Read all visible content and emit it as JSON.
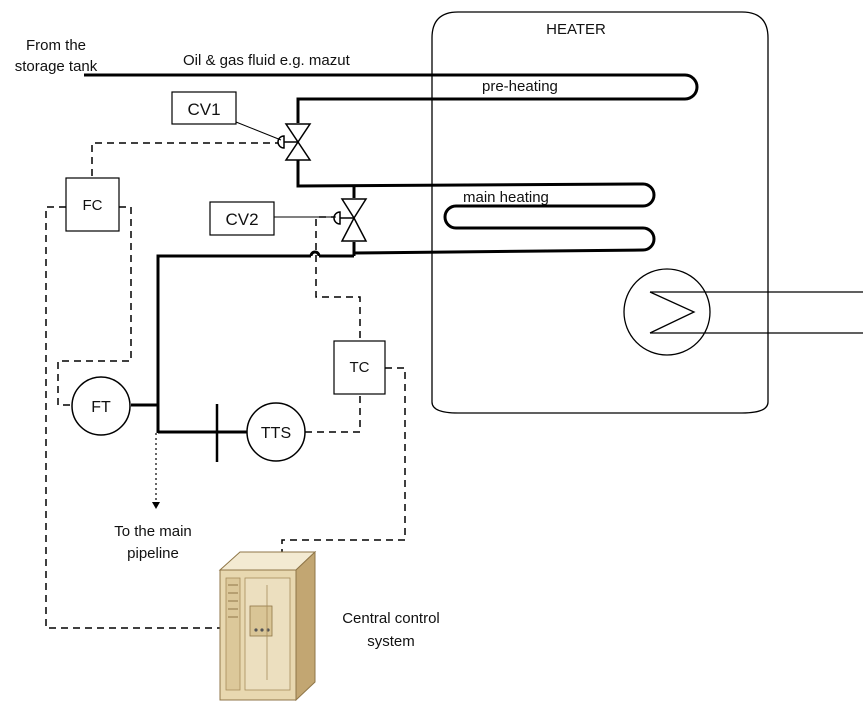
{
  "labels": {
    "heater": "HEATER",
    "from_line1": "From the",
    "from_line2": "storage tank",
    "fluid": "Oil & gas fluid e.g. mazut",
    "pre_heating": "pre-heating",
    "main_heating": "main heating",
    "to_line1": "To the main",
    "to_line2": "pipeline",
    "central_line1": "Central control",
    "central_line2": "system"
  },
  "instruments": {
    "cv1": "CV1",
    "cv2": "CV2",
    "fc": "FC",
    "tc": "TC",
    "ft": "FT",
    "tts": "TTS"
  },
  "icons": {
    "server": "server-cabinet-icon",
    "heat_exchanger": "heat-exchanger-icon",
    "valve": "control-valve-icon"
  },
  "colors": {
    "line": "#000000",
    "server_body": "#e8d8b0",
    "server_side": "#c2a672"
  }
}
